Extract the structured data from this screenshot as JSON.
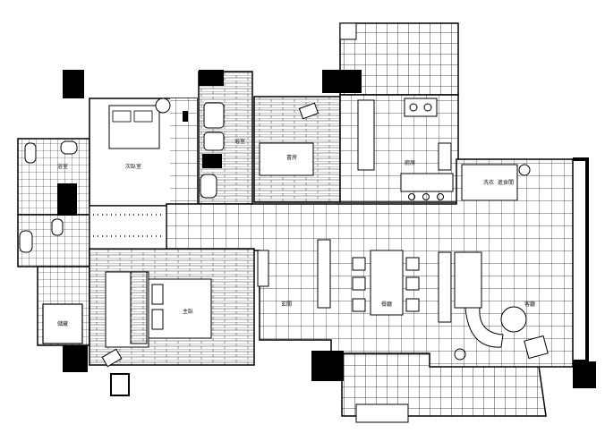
{
  "floor_plan": {
    "rooms": [
      {
        "id": "bedroom-2",
        "label": "次臥室"
      },
      {
        "id": "bath-1",
        "label": "浴室"
      },
      {
        "id": "bath-2",
        "label": "浴室"
      },
      {
        "id": "study",
        "label": "書房"
      },
      {
        "id": "kitchen",
        "label": "廚房"
      },
      {
        "id": "dining",
        "label": "餐廳"
      },
      {
        "id": "living",
        "label": "客廳"
      },
      {
        "id": "master-bedroom",
        "label": "主臥"
      },
      {
        "id": "storage",
        "label": "儲藏"
      },
      {
        "id": "laundry",
        "label": "洗衣"
      },
      {
        "id": "entrance",
        "label": "玄關"
      },
      {
        "id": "utility",
        "label": "進食間"
      }
    ]
  }
}
